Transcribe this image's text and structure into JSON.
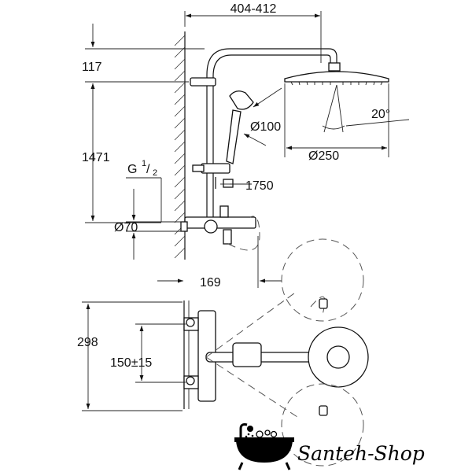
{
  "dimensions": {
    "width_range": "404-412",
    "top_offset": "117",
    "height": "1471",
    "thread_label": "G",
    "thread_fraction_num": "1",
    "thread_fraction_den": "2",
    "inlet_diameter": "Ø70",
    "handshower_diameter": "Ø100",
    "head_diameter": "Ø250",
    "tilt_angle": "20°",
    "length_1750": "1750",
    "projection": "169",
    "depth": "298",
    "center_distance": "150±15"
  },
  "brand": {
    "name": "Santeh-Shop"
  }
}
